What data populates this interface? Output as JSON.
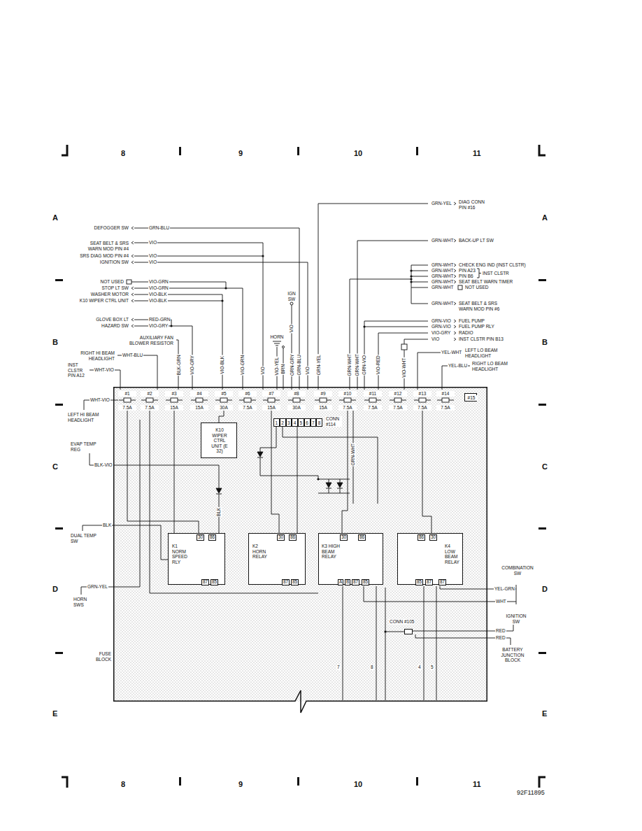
{
  "diagram": {
    "nodes": [
      {
        "text": [
          "FUSE BLOCK"
        ]
      },
      {
        "text": [
          "#1",
          "7.5A"
        ],
        "in": 0
      },
      {
        "text": [
          "#2",
          "7.5A"
        ],
        "in": 0
      },
      {
        "text": [
          "#3",
          "15A"
        ],
        "in": 0
      },
      {
        "text": [
          "#4",
          "15A"
        ],
        "in": 0
      },
      {
        "text": [
          "#5",
          "30A"
        ],
        "in": 0
      },
      {
        "text": [
          "#6",
          "7.5A"
        ],
        "in": 0
      },
      {
        "text": [
          "#7",
          "15A"
        ],
        "in": 0
      },
      {
        "text": [
          "#8",
          "30A"
        ],
        "in": 0
      },
      {
        "text": [
          "#9",
          "15A"
        ],
        "in": 0
      },
      {
        "text": [
          "#10",
          "7.5A"
        ],
        "in": 0
      },
      {
        "text": [
          "#11",
          "7.5A"
        ],
        "in": 0
      },
      {
        "text": [
          "#12",
          "7.5A"
        ],
        "in": 0
      },
      {
        "text": [
          "#13",
          "7.5A"
        ],
        "in": 0
      },
      {
        "text": [
          "#14",
          "7.5A"
        ],
        "in": 0
      },
      {
        "text": [
          "#15"
        ],
        "in": 0
      },
      {
        "text": [
          "K10 WIPER CTRL UNIT (E 32)"
        ],
        "in": 0
      },
      {
        "text": [
          "1",
          "2",
          "3",
          "4",
          "5",
          "6",
          "7",
          "8",
          "CONN #114"
        ],
        "in": 0
      },
      {
        "text": [
          "30",
          "86",
          "K1 NORM SPEED RLY",
          "87",
          "85"
        ],
        "in": 0
      },
      {
        "text": [
          "30",
          "86",
          "K2 HORN RELAY",
          "87",
          "85"
        ],
        "in": 0
      },
      {
        "text": [
          "30",
          "86",
          "K3 HIGH BEAM RELAY",
          "A",
          "B",
          "87",
          "85"
        ],
        "in": 0
      },
      {
        "text": [
          "86",
          "30",
          "K4 LOW BEAM RELAY",
          "85",
          "87",
          "87"
        ],
        "in": 0
      },
      {
        "text": [
          "CONN #105"
        ],
        "in": 0
      }
    ],
    "edges": [
      {
        "from": 1,
        "to": 18,
        "arrow": "none"
      },
      {
        "from": 5,
        "to": 16,
        "arrow": "none"
      },
      {
        "from": 7,
        "to": 19,
        "arrow": "none"
      },
      {
        "from": 10,
        "to": 20,
        "arrow": "none"
      },
      {
        "from": 13,
        "to": 21,
        "arrow": "none"
      }
    ],
    "labels": [
      "8",
      "9",
      "10",
      "11",
      "A",
      "A",
      "B",
      "B",
      "C",
      "C",
      "D",
      "D",
      "E",
      "E",
      "8",
      "9",
      "10",
      "11",
      "92F11895",
      "DEFOGGER SW",
      "GRN-BLU",
      "SEAT BELT & SRS WARN MOD PIN #4",
      "VIO",
      "SRS DIAG MOD PIN #4",
      "VIO",
      "IGNITION SW",
      "VIO",
      "NOT USED",
      "VIO-GRN",
      "STOP LT SW",
      "VIO-GRN",
      "WASHER MOTOR",
      "VIO-BLK",
      "K10 WIPER CTRL UNIT",
      "VIO-BLK",
      "GLOVE BOX LT",
      "RED-GRN",
      "HAZARD SW",
      "VIO-GRY",
      "AUXILIARY FAN BLOWER RESISTOR",
      "RIGHT HI BEAM HEADLIGHT",
      "WHT-BLU",
      "INST CLSTR PIN A12",
      "WHT-VIO",
      "WHT-VIO",
      "LEFT HI BEAM HEADLIGHT",
      "EVAP TEMP REG",
      "BLK-VIO",
      "BLK",
      "DUAL TEMP SW",
      "GRN-YEL",
      "HORN SWS",
      "BLK-GRN",
      "VIO-GRY",
      "VIO-BLK",
      "VIO-GRN",
      "VIO",
      "VIO-YEL",
      "BRN",
      "GRN-GRY",
      "GRN-BLU",
      "VIO",
      "GRN-YEL",
      "GRN-WHT",
      "GRN-WHT",
      "VIO",
      "IGN SW",
      "HORN",
      "GRN-VIO",
      "VIO-RED",
      "VIO-WHT",
      "GRN-YEL",
      "DIAG CONN PIN #16",
      "GRN-WHT",
      "BACK-UP LT SW",
      "GRN-WHT",
      "CHECK ENG IND (INST CLSTR)",
      "GRN-WHT",
      "PIN A23",
      "GRN-WHT",
      "PIN B6",
      "INST CLSTR",
      "GRN-WHT",
      "SEAT BELT WARN TIMER",
      "GRN-WHT",
      "NOT USED",
      "GRN-WHT",
      "SEAT BELT & SRS WARN MOD PIN #6",
      "GRN-VIO",
      "FUEL PUMP",
      "GRN-VIO",
      "FUEL PUMP RLY",
      "VIO-GRY",
      "RADIO",
      "VIO",
      "INST CLSTR PIN B13",
      "YEL-WHT",
      "LEFT LO BEAM HEADLIGHT",
      "YEL-BLU",
      "RIGHT LO BEAM HEADLIGHT",
      "COMBINATION SW",
      "YEL-GRN",
      "WHT",
      "IGNITION SW",
      "RED",
      "RED",
      "BATTERY JUNCTION BLOCK",
      "GRN-WHT",
      "7",
      "8",
      "4",
      "5",
      "BLK"
    ]
  }
}
